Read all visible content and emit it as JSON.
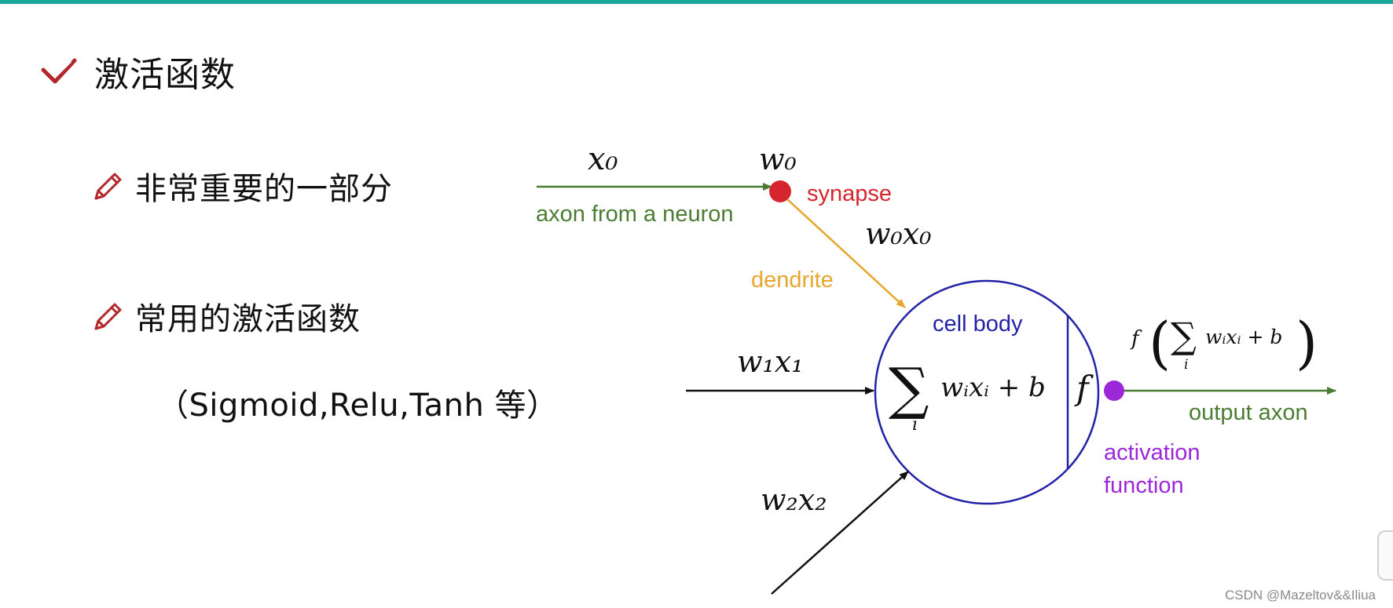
{
  "colors": {
    "top_bar": "#1aa59a",
    "check": "#b3262a",
    "pencil": "#b3262a",
    "input_arrow_green": "#4a7d32",
    "synapse_red": "#d6252e",
    "dendrite_orange": "#e8a62e",
    "cell_blue": "#2323a8",
    "activation_purple": "#9b27d9",
    "output_green": "#4a7d32",
    "black": "#111111"
  },
  "icons": {
    "heading": "check-icon",
    "bullet": "pencil-icon"
  },
  "slide": {
    "heading": "激活函数",
    "bullets": [
      {
        "text": "非常重要的一部分"
      },
      {
        "text": "常用的激活函数"
      }
    ],
    "sub_text": "（Sigmoid,Relu,Tanh 等）"
  },
  "diagram": {
    "x0": "x₀",
    "w0": "w₀",
    "synapse": "synapse",
    "axon_from_neuron": "axon from a neuron",
    "w0x0": "w₀x₀",
    "dendrite": "dendrite",
    "cell_body": "cell body",
    "w1x1": "w₁x₁",
    "w2x2": "w₂x₂",
    "sum_symbol": "∑",
    "sum_index": "i",
    "sum_expr": "wᵢxᵢ + b",
    "f_symbol": "f",
    "out_f": "f",
    "out_open_paren": "(",
    "out_sum": "∑",
    "out_index": "i",
    "out_expr": "wᵢxᵢ + b",
    "out_close_paren": ")",
    "output_axon": "output axon",
    "activation_line1": "activation",
    "activation_line2": "function"
  },
  "watermark": "CSDN @Mazeltov&&Iliua"
}
